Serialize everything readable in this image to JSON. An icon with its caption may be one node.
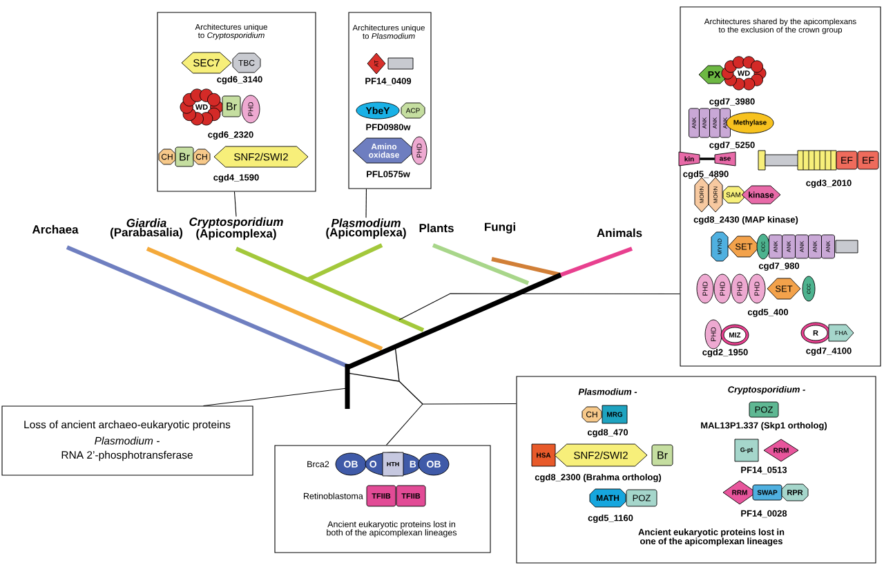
{
  "diagram": {
    "nodes": [
      {
        "text": [
          "Architectures unique to *Cryptosporidium*",
          "cgd6_3140",
          "cgd6_2320",
          "cgd4_1590"
        ]
      },
      {
        "text": [
          "SEC7"
        ],
        "in": 0
      },
      {
        "text": [
          "TBC"
        ],
        "in": 0
      },
      {
        "text": [
          "WD"
        ],
        "in": 0
      },
      {
        "text": [
          "Br"
        ],
        "in": 0
      },
      {
        "text": [
          "PHD"
        ],
        "in": 0
      },
      {
        "text": [
          "CH"
        ],
        "in": 0
      },
      {
        "text": [
          "Br"
        ],
        "in": 0
      },
      {
        "text": [
          "CH"
        ],
        "in": 0
      },
      {
        "text": [
          "SNF2/SWI2"
        ],
        "in": 0
      },
      {
        "text": [
          "Architectures unique to *Plasmodium*",
          "PF14_0409",
          "PFD0980w",
          "PFL0575w"
        ]
      },
      {
        "text": [
          "AT"
        ],
        "in": 10
      },
      {
        "text": [],
        "shape": "box",
        "in": 10
      },
      {
        "text": [
          "YbeY"
        ],
        "in": 10
      },
      {
        "text": [
          "ACP"
        ],
        "in": 10
      },
      {
        "text": [
          "Amino oxidase"
        ],
        "in": 10
      },
      {
        "text": [
          "PHD"
        ],
        "in": 10
      },
      {
        "text": [
          "Architectures shared by the apicomplexans to the exclusion of the crown group",
          "cgd7_3980",
          "cgd7_5250",
          "cgd5_4890",
          "cgd3_2010",
          "cgd8_2430 (MAP kinase)",
          "cgd7_980",
          "cgd5_400",
          "cgd2_1950",
          "cgd7_4100"
        ]
      },
      {
        "text": [
          "PX"
        ],
        "in": 17
      },
      {
        "text": [
          "WD"
        ],
        "in": 17
      },
      {
        "text": [
          "ANK"
        ],
        "in": 17
      },
      {
        "text": [
          "ANK"
        ],
        "in": 17
      },
      {
        "text": [
          "ANK"
        ],
        "in": 17
      },
      {
        "text": [
          "ANK"
        ],
        "in": 17
      },
      {
        "text": [
          "Methylase"
        ],
        "in": 17
      },
      {
        "text": [
          "kin"
        ],
        "in": 17
      },
      {
        "text": [
          "ase"
        ],
        "in": 17
      },
      {
        "text": [],
        "shape": "box",
        "in": 17
      },
      {
        "text": [],
        "shape": "box",
        "in": 17
      },
      {
        "text": [],
        "shape": "box",
        "in": 17
      },
      {
        "text": [
          "EF"
        ],
        "in": 17
      },
      {
        "text": [
          "EF"
        ],
        "in": 17
      },
      {
        "text": [
          "MORN"
        ],
        "in": 17
      },
      {
        "text": [
          "MORN"
        ],
        "in": 17
      },
      {
        "text": [
          "SAM"
        ],
        "in": 17
      },
      {
        "text": [
          "kinase"
        ],
        "in": 17
      },
      {
        "text": [
          "MYND"
        ],
        "in": 17
      },
      {
        "text": [
          "SET"
        ],
        "in": 17
      },
      {
        "text": [
          "CCC"
        ],
        "in": 17
      },
      {
        "text": [
          "ANK"
        ],
        "in": 17
      },
      {
        "text": [
          "ANK"
        ],
        "in": 17
      },
      {
        "text": [
          "ANK"
        ],
        "in": 17
      },
      {
        "text": [
          "ANK"
        ],
        "in": 17
      },
      {
        "text": [
          "ANK"
        ],
        "in": 17
      },
      {
        "text": [],
        "shape": "box",
        "in": 17
      },
      {
        "text": [
          "PHD"
        ],
        "in": 17
      },
      {
        "text": [
          "PHD"
        ],
        "in": 17
      },
      {
        "text": [
          "PHD"
        ],
        "in": 17
      },
      {
        "text": [
          "PHD"
        ],
        "in": 17
      },
      {
        "text": [
          "SET"
        ],
        "in": 17
      },
      {
        "text": [
          "CCC"
        ],
        "in": 17
      },
      {
        "text": [
          "PHD"
        ],
        "in": 17
      },
      {
        "text": [
          "MIZ"
        ],
        "in": 17
      },
      {
        "text": [
          "R"
        ],
        "in": 17
      },
      {
        "text": [
          "FHA"
        ],
        "in": 17
      },
      {
        "text": [
          "Loss of ancient archaeo-eukaryotic proteins",
          "Plasmodium -",
          "RNA 2’-phosphotransferase"
        ]
      },
      {
        "text": [
          "Brca2",
          "Retinoblastoma",
          "Ancient eukaryotic proteins lost in both of the apicomplexan lineages"
        ]
      },
      {
        "text": [
          "OB"
        ],
        "in": 56
      },
      {
        "text": [
          "O",
          "B"
        ],
        "in": 56
      },
      {
        "text": [
          "HTH"
        ],
        "in": 58
      },
      {
        "text": [
          "OB"
        ],
        "in": 56
      },
      {
        "text": [
          "TFIIB"
        ],
        "in": 56
      },
      {
        "text": [
          "TFIIB"
        ],
        "in": 56
      },
      {
        "text": [
          "Plasmodium -",
          "cgd8_470",
          "cgd8_2300 (Brahma ortholog)",
          "cgd5_1160",
          "Cryptosporidium -",
          "MAL13P1.337 (Skp1 ortholog)",
          "PF14_0513",
          "PF14_0028",
          "Ancient eukaryotic proteins lost in one of the apicomplexan lineages"
        ]
      },
      {
        "text": [
          "CH"
        ],
        "in": 63
      },
      {
        "text": [
          "MRG"
        ],
        "in": 63
      },
      {
        "text": [
          "HSA"
        ],
        "in": 63
      },
      {
        "text": [
          "SNF2/SWI2"
        ],
        "in": 63
      },
      {
        "text": [
          "Br"
        ],
        "in": 63
      },
      {
        "text": [
          "MATH"
        ],
        "in": 63
      },
      {
        "text": [
          "POZ"
        ],
        "in": 63
      },
      {
        "text": [
          "POZ"
        ],
        "in": 63
      },
      {
        "text": [
          "G-pt"
        ],
        "in": 63
      },
      {
        "text": [
          "RRM"
        ],
        "in": 63
      },
      {
        "text": [
          "RRM"
        ],
        "in": 63
      },
      {
        "text": [
          "SWAP"
        ],
        "in": 63
      },
      {
        "text": [
          "RPR"
        ],
        "in": 63
      },
      {
        "text": [
          "Archaea"
        ]
      },
      {
        "text": [
          "*Giardia* (Parabasalia)"
        ]
      },
      {
        "text": [
          "*Cryptosporidium* (Apicomplexa)"
        ]
      },
      {
        "text": [
          "*Plasmodium* (Apicomplexa)"
        ]
      },
      {
        "text": [
          "Plants"
        ]
      },
      {
        "text": [
          "Fungi"
        ]
      },
      {
        "text": [
          "Animals"
        ]
      }
    ],
    "edges": [
      {
        "from": 0,
        "to": 79,
        "arrow": "none"
      },
      {
        "from": 10,
        "to": 80,
        "arrow": "none"
      },
      {
        "from": 17,
        "to": null,
        "arrow": "none"
      },
      {
        "from": 25,
        "to": 26,
        "arrow": "none",
        "style": "thick"
      },
      {
        "from": 55,
        "to": null,
        "arrow": "none"
      },
      {
        "from": 56,
        "to": null,
        "arrow": "none"
      },
      {
        "from": 63,
        "to": null,
        "arrow": "none"
      }
    ]
  }
}
